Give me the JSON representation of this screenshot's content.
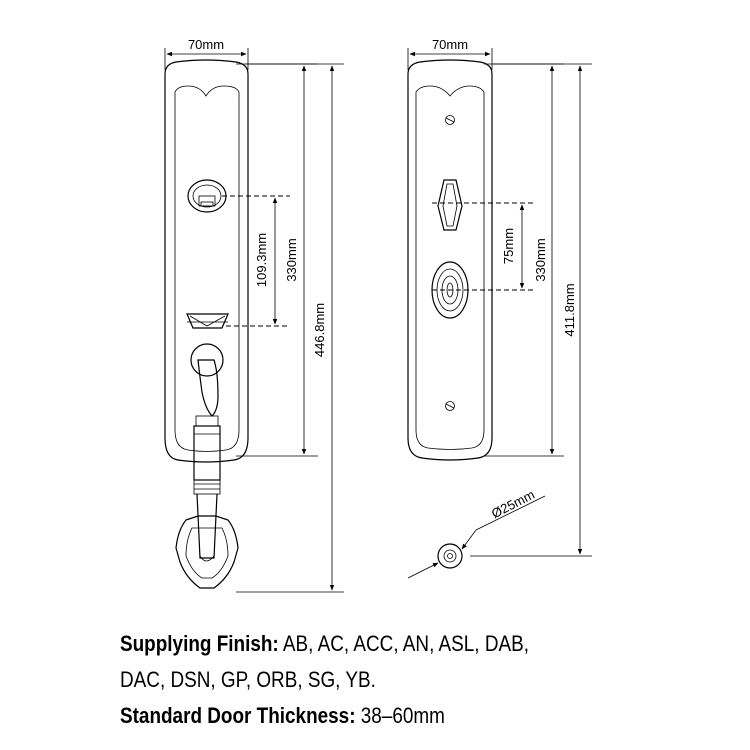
{
  "dimensions": {
    "left_width": "70mm",
    "right_width": "70mm",
    "left_key_to_thumb": "109.3mm",
    "left_plate_height": "330mm",
    "left_total_height": "446.8mm",
    "right_inner": "75mm",
    "right_plate_height": "330mm",
    "right_total_height": "411.8mm",
    "knob_diameter": "Ø25mm"
  },
  "caption": {
    "finish_label": "Supplying Finish:",
    "finish_values_line1": " AB, AC, ACC, AN, ASL, DAB,",
    "finish_values_line2": "DAC, DSN, GP, ORB, SG, YB.",
    "thickness_label": "Standard Door Thickness:",
    "thickness_value": " 38–60mm"
  }
}
